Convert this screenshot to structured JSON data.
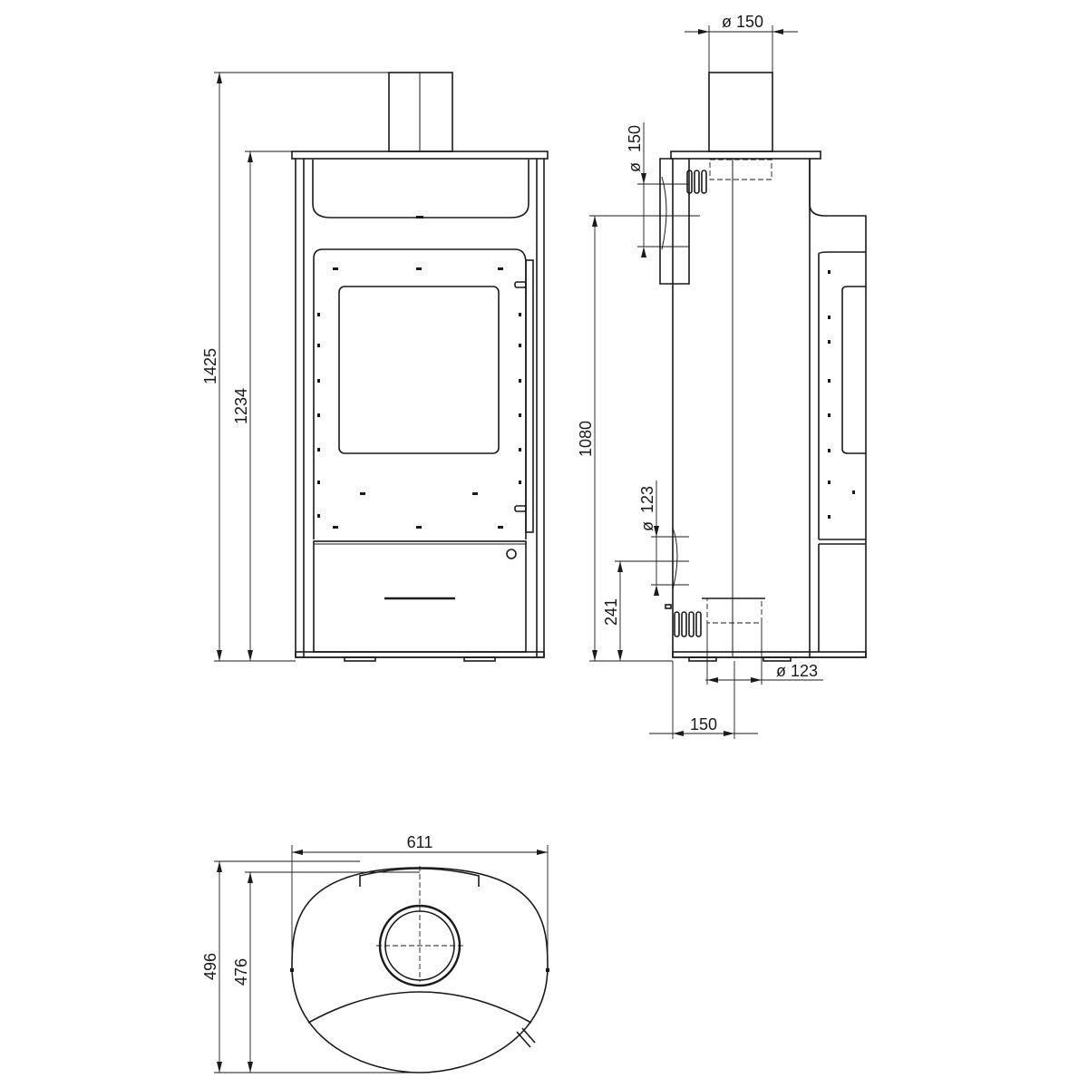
{
  "dimensions": {
    "front_total_height": "1425",
    "front_body_height": "1234",
    "side_flue_top_diameter": "150",
    "side_flue_back_diameter": "150",
    "side_back_outlet_height": "1080",
    "side_air_inlet_diameter": "123",
    "side_air_inlet_height": "241",
    "side_bottom_inlet_diameter": "123",
    "side_bottom_offset": "150",
    "top_width": "611",
    "top_depth_total": "496",
    "top_depth_body": "476"
  },
  "symbols": {
    "diameter": "ø"
  }
}
